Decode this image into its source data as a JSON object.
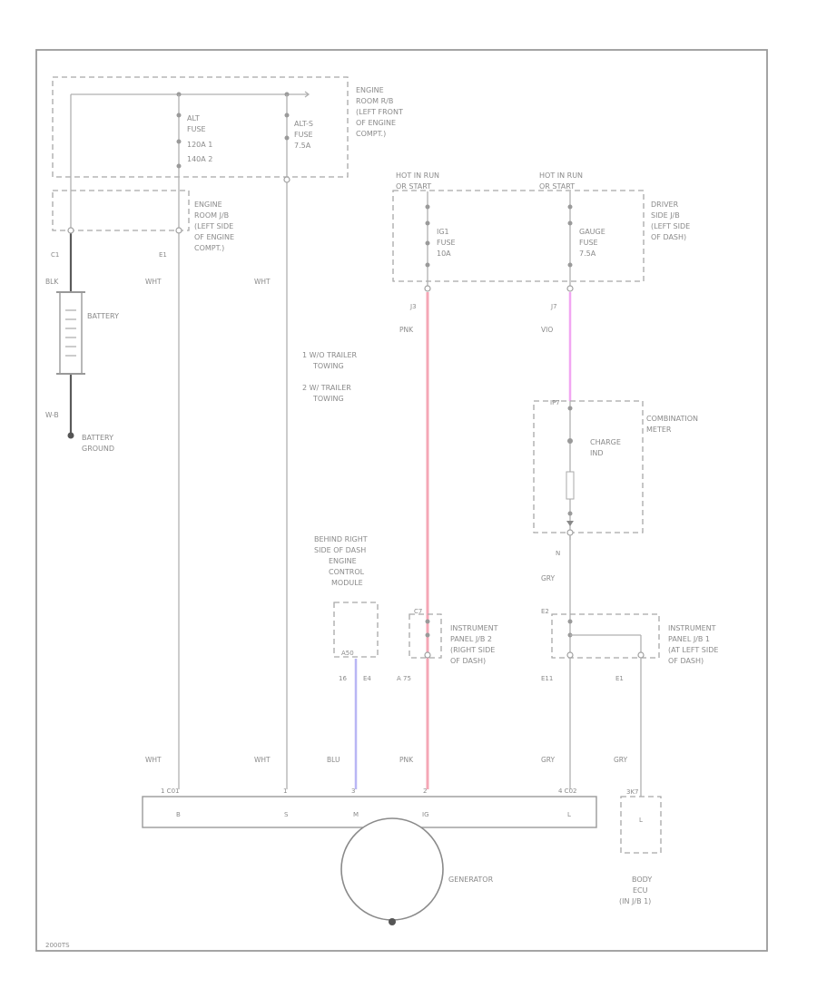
{
  "colors": {
    "pnk_wire": "#f5a7b6",
    "vlo_wire": "#f2a6f2",
    "blu_wire": "#b9b6f4",
    "line": "#b0b0b0"
  },
  "engine_room_rb": {
    "label": [
      "ENGINE",
      "ROOM R/B",
      "(LEFT FRONT",
      "OF ENGINE",
      "COMPT.)"
    ]
  },
  "alt_fuse": {
    "label": [
      "ALT",
      "FUSE",
      "120A  1",
      "140A  2"
    ]
  },
  "alts_fuse": {
    "label": [
      "ALT-S",
      "FUSE",
      "7.5A"
    ]
  },
  "engine_room_jb": {
    "label": [
      "ENGINE",
      "ROOM J/B",
      "(LEFT SIDE",
      "OF ENGINE",
      "COMPT.)"
    ]
  },
  "left_pins": {
    "c1": "C1",
    "e1": "E1"
  },
  "left_wires": {
    "blk": "BLK",
    "wht1": "WHT",
    "wht2": "WHT",
    "w_b": "W-B"
  },
  "battery": {
    "label": "BATTERY"
  },
  "battery_ground": {
    "label": [
      "BATTERY",
      "GROUND"
    ]
  },
  "notes": {
    "n1": "1  W/O TRAILER",
    "n1b": "TOWING",
    "n2": "2  W/ TRAILER",
    "n2b": "TOWING"
  },
  "hot_left": {
    "label": [
      "HOT IN RUN",
      "OR START"
    ]
  },
  "hot_right": {
    "label": [
      "HOT IN RUN",
      "OR START"
    ]
  },
  "ig1_fuse": {
    "label": [
      "IG1",
      "FUSE",
      "10A"
    ]
  },
  "gauge_fuse": {
    "label": [
      "GAUGE",
      "FUSE",
      "7.5A"
    ]
  },
  "driver_jb": {
    "label": [
      "DRIVER",
      "SIDE J/B",
      "(LEFT SIDE",
      "OF DASH)"
    ]
  },
  "pnk_col": {
    "pin": "J3",
    "wire": "PNK",
    "pin2": "A 75",
    "wire2": "PNK"
  },
  "vlo_col": {
    "pin": "J7",
    "wire": "VIO",
    "pin2": "N",
    "wire2": "GRY"
  },
  "combo_meter": {
    "label": [
      "COMBINATION",
      "METER"
    ],
    "inner": [
      "CHARGE",
      "IND"
    ],
    "pin": "IP7"
  },
  "ecm": {
    "label": [
      "BEHIND RIGHT",
      "SIDE OF DASH",
      "ENGINE",
      "CONTROL",
      "MODULE"
    ],
    "pin": "A50",
    "pin_b": "16",
    "pin_c": "E4"
  },
  "ip_jb2": {
    "label": [
      "INSTRUMENT",
      "PANEL J/B 2",
      "(RIGHT SIDE",
      "OF DASH)"
    ],
    "pin": "C7"
  },
  "ip_jb1": {
    "label": [
      "INSTRUMENT",
      "PANEL J/B 1",
      "(AT LEFT SIDE",
      "OF DASH)"
    ],
    "pin_a": "E2",
    "pin_b": "E11",
    "pin_c": "E1"
  },
  "bottom_wires": {
    "wht1": "WHT",
    "wht2": "WHT",
    "blu": "BLU",
    "pnk": "PNK",
    "gry1": "GRY",
    "gry2": "GRY"
  },
  "generator": {
    "label": "GENERATOR",
    "terms": [
      "B",
      "S",
      "M",
      "IG",
      "L"
    ],
    "pins": [
      "1 C01",
      "1",
      "3",
      "2",
      "4 C02"
    ]
  },
  "body_ecu": {
    "label": [
      "BODY",
      "ECU",
      "(IN J/B 1)"
    ],
    "term": "L",
    "pin": "3K7"
  },
  "footer": {
    "code": "2000TS"
  }
}
